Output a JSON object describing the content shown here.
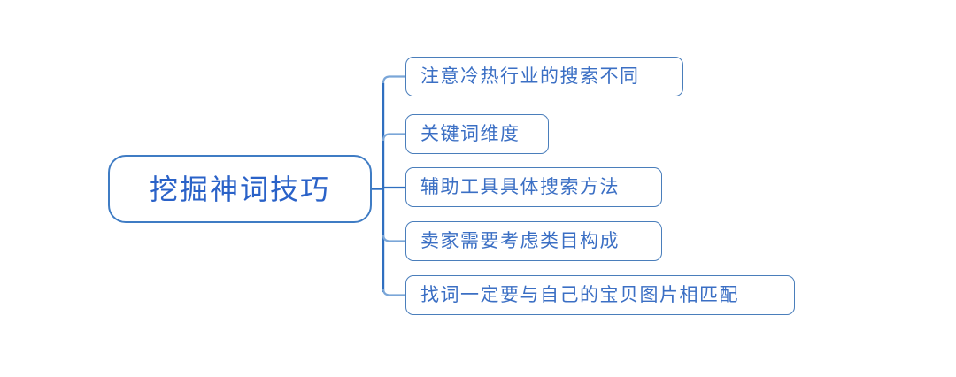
{
  "diagram": {
    "type": "mind-map",
    "orientation": "left-to-right",
    "background_color": "#ffffff",
    "palette": {
      "root_border": "#3f7cc4",
      "root_text": "#2a62c8",
      "branch_border": "#4a7ebb",
      "branch_text": "#3b6fc4",
      "connector_trunk": "#2f6fc0",
      "connector_elbow": "#7aa6d8"
    },
    "root": {
      "label": "挖掘神词技巧"
    },
    "branches": [
      {
        "label": "注意冷热行业的搜索不同"
      },
      {
        "label": "关键词维度"
      },
      {
        "label": "辅助工具具体搜索方法"
      },
      {
        "label": "卖家需要考虑类目构成"
      },
      {
        "label": "找词一定要与自己的宝贝图片相匹配"
      }
    ]
  }
}
